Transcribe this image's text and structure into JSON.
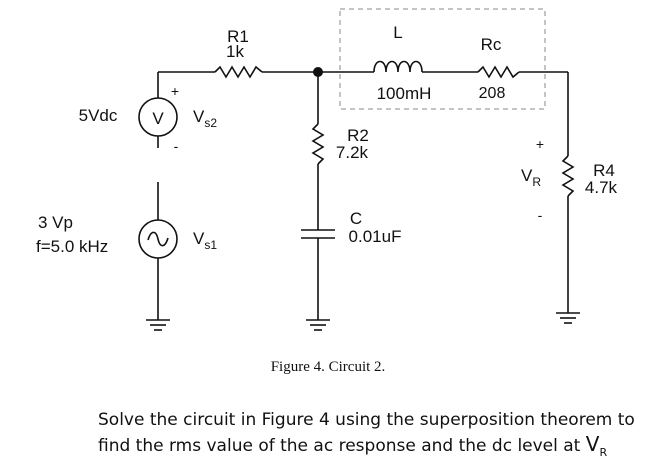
{
  "figure": {
    "caption": "Figure 4.  Circuit 2.",
    "components": {
      "r1": {
        "name": "R1",
        "value": "1k"
      },
      "inductor": {
        "name": "L",
        "value": "100mH"
      },
      "rc": {
        "name": "Rc",
        "value": "208"
      },
      "r2": {
        "name": "R2",
        "value": "7.2k"
      },
      "c": {
        "name": "C",
        "value": "0.01uF"
      },
      "r4": {
        "name": "R4",
        "value": "4.7k"
      },
      "vs2": {
        "value": "5Vdc",
        "name": "V",
        "subscript": "s2",
        "symbol": "V",
        "plus": "+",
        "minus": "-"
      },
      "vs1": {
        "amplitude": "3 Vp",
        "frequency": "f=5.0 kHz",
        "name": "V",
        "subscript": "s1"
      },
      "vr": {
        "name": "V",
        "subscript": "R",
        "plus": "+",
        "minus": "-"
      }
    }
  },
  "question": {
    "text": "Solve the circuit in Figure 4 using the superposition theorem to find the rms value of the ac response and the dc level at ",
    "target_main": "V",
    "target_sub": "R"
  }
}
